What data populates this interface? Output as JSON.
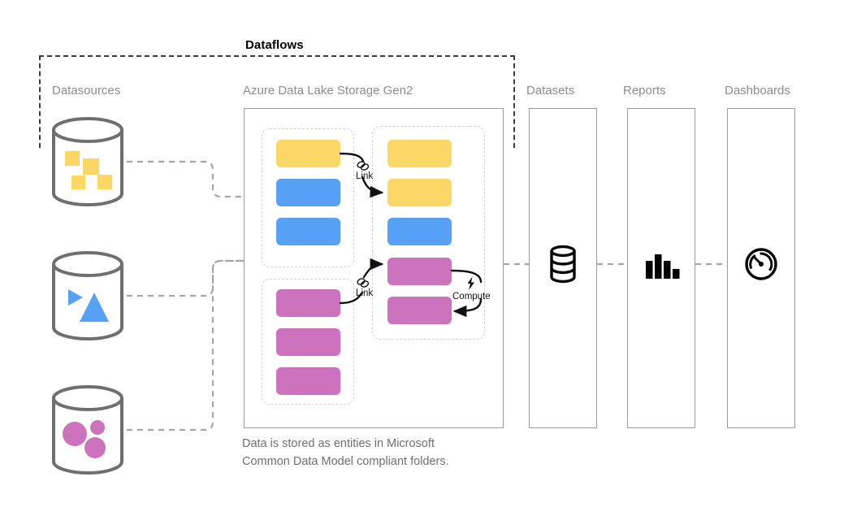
{
  "diagram": {
    "title": "Dataflows",
    "caption": "Data is stored as entities in Microsoft Common Data Model compliant folders.",
    "caption_line1": "Data is stored as entities in Microsoft",
    "caption_line2": "Common Data Model compliant folders."
  },
  "columns": [
    {
      "id": "datasources",
      "label": "Datasources"
    },
    {
      "id": "adls",
      "label": "Azure Data Lake Storage Gen2"
    },
    {
      "id": "datasets",
      "label": "Datasets"
    },
    {
      "id": "reports",
      "label": "Reports"
    },
    {
      "id": "dashboards",
      "label": "Dashboards"
    }
  ],
  "datasources": [
    {
      "id": "ds-1",
      "icon": "database-cylinder-squares-icon",
      "color": "#FCD765",
      "shape": "squares"
    },
    {
      "id": "ds-2",
      "icon": "database-cylinder-triangles-icon",
      "color": "#56A0F5",
      "shape": "triangles"
    },
    {
      "id": "ds-3",
      "icon": "database-cylinder-circles-icon",
      "color": "#CD73BE",
      "shape": "circles"
    }
  ],
  "entity_groups": [
    {
      "id": "group-left-top",
      "entities": [
        {
          "id": "e-lt-1",
          "color": "#FCD765",
          "kind": "yellow"
        },
        {
          "id": "e-lt-2",
          "color": "#56A0F5",
          "kind": "blue"
        },
        {
          "id": "e-lt-3",
          "color": "#56A0F5",
          "kind": "blue"
        }
      ]
    },
    {
      "id": "group-left-bottom",
      "entities": [
        {
          "id": "e-lb-1",
          "color": "#CD73BE",
          "kind": "pink"
        },
        {
          "id": "e-lb-2",
          "color": "#CD73BE",
          "kind": "pink"
        },
        {
          "id": "e-lb-3",
          "color": "#CD73BE",
          "kind": "pink"
        }
      ]
    },
    {
      "id": "group-right",
      "entities": [
        {
          "id": "e-r-1",
          "color": "#FCD765",
          "kind": "yellow"
        },
        {
          "id": "e-r-2",
          "color": "#FCD765",
          "kind": "yellow"
        },
        {
          "id": "e-r-3",
          "color": "#56A0F5",
          "kind": "blue"
        },
        {
          "id": "e-r-4",
          "color": "#CD73BE",
          "kind": "pink"
        },
        {
          "id": "e-r-5",
          "color": "#CD73BE",
          "kind": "pink"
        }
      ]
    }
  ],
  "flows": [
    {
      "id": "link-1",
      "label": "Link",
      "icon": "chain-link-icon"
    },
    {
      "id": "link-2",
      "label": "Link",
      "icon": "chain-link-icon"
    },
    {
      "id": "compute-1",
      "label": "Compute",
      "icon": "lightning-bolt-icon"
    }
  ],
  "result_icons": [
    {
      "id": "datasets-icon",
      "icon": "stacked-database-icon"
    },
    {
      "id": "reports-icon",
      "icon": "bar-chart-icon"
    },
    {
      "id": "dashboards-icon",
      "icon": "gauge-icon"
    }
  ],
  "colors": {
    "yellow": "#FCD765",
    "blue": "#56A0F5",
    "pink": "#CD73BE",
    "outline_gray": "#9a9a9a",
    "label_gray": "#8c8c8c",
    "dashed_gray": "#d2d2d2",
    "connector_gray": "#a6a6a6",
    "boundary_black": "#3b3b3b",
    "cylinder_stroke": "#6f6f6f"
  }
}
